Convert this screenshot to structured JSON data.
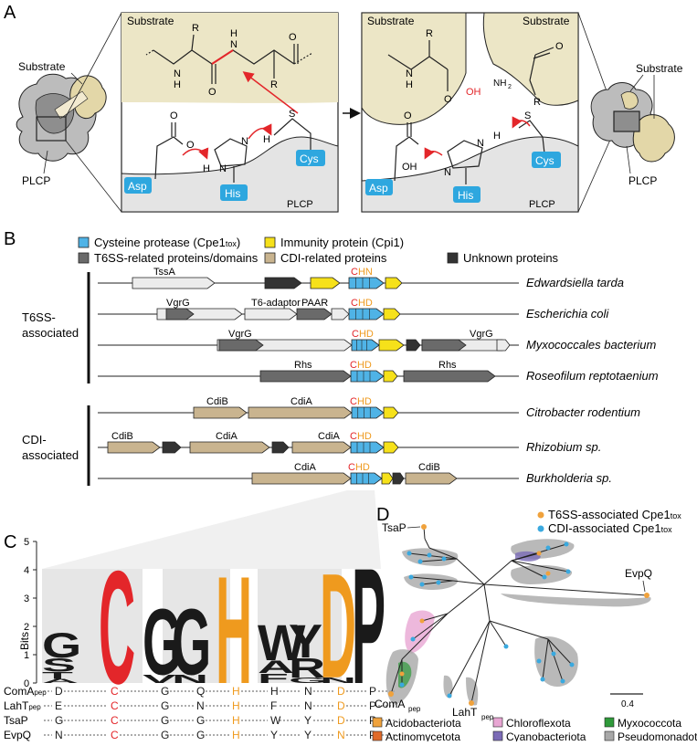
{
  "panels": {
    "a": "A",
    "b": "B",
    "c": "C",
    "d": "D"
  },
  "panel_a": {
    "substrate": "Substrate",
    "plcp": "PLCP",
    "residues": {
      "asp": "Asp",
      "his": "His",
      "cys": "Cys"
    },
    "atoms": {
      "R": "R",
      "O": "O",
      "H": "H",
      "N": "N",
      "S": "S",
      "OH": "OH",
      "NH2": "NH",
      "NH2_sub": "2"
    },
    "colors": {
      "beige": "#ece6c6",
      "cyan": "#2ea7df",
      "red": "#e3262a",
      "grey": "#e4e4e4"
    }
  },
  "panel_b": {
    "legend": [
      {
        "label": "Cysteine protease (Cpe1",
        "sub": "tox",
        "tail": ")",
        "color": "#4fb3e6"
      },
      {
        "label": "Immunity protein (Cpi1)",
        "sub": "",
        "tail": "",
        "color": "#f6e11a"
      },
      {
        "label": "T6SS-related proteins/domains",
        "sub": "",
        "tail": "",
        "color": "#6a6a6a"
      },
      {
        "label": "CDI-related proteins",
        "sub": "",
        "tail": "",
        "color": "#c9b48f"
      },
      {
        "label": "Unknown proteins",
        "sub": "",
        "tail": "",
        "color": "#333333"
      }
    ],
    "group_t6ss": [
      "T6SS-",
      "associated"
    ],
    "group_cdi": [
      "CDI-",
      "associated"
    ],
    "motif": {
      "c": "C",
      "h": "H",
      "d": "D",
      "n": "N"
    },
    "rows": [
      {
        "species": "Edwardsiella tarda",
        "labels": [
          {
            "t": "TssA"
          }
        ],
        "motif_second": "HN"
      },
      {
        "species": "Escherichia coli",
        "labels": [
          {
            "t": "VgrG"
          },
          {
            "t": "T6-adaptor"
          },
          {
            "t": "PAAR"
          }
        ],
        "motif_second": "HD"
      },
      {
        "species": "Myxococcales bacterium",
        "labels": [
          {
            "t": "VgrG"
          },
          {
            "t": "VgrG"
          }
        ],
        "motif_second": "HD"
      },
      {
        "species": "Roseofilum reptotaenium",
        "labels": [
          {
            "t": "Rhs"
          },
          {
            "t": "Rhs"
          }
        ],
        "motif_second": "HD"
      },
      {
        "species": "Citrobacter rodentium",
        "labels": [
          {
            "t": "CdiB"
          },
          {
            "t": "CdiA"
          }
        ],
        "motif_second": "HD"
      },
      {
        "species": "Rhizobium sp.",
        "labels": [
          {
            "t": "CdiB"
          },
          {
            "t": "CdiA"
          },
          {
            "t": "CdiA"
          }
        ],
        "motif_second": "HD"
      },
      {
        "species": "Burkholderia sp.",
        "labels": [
          {
            "t": "CdiA"
          },
          {
            "t": "CdiB"
          }
        ],
        "motif_second": "HD"
      }
    ]
  },
  "panel_c": {
    "ylabel": "Bits",
    "yticks": [
      "0",
      "1",
      "2",
      "3",
      "4",
      "5"
    ],
    "logo": [
      {
        "letters": [
          {
            "c": "G",
            "h": 0.9
          },
          {
            "c": "S",
            "h": 0.5
          },
          {
            "c": "T",
            "h": 0.25
          },
          {
            "c": "A",
            "h": 0.15
          }
        ]
      },
      {
        "letters": [
          {
            "c": "C",
            "h": 4.1
          }
        ]
      },
      {
        "letters": [
          {
            "c": "G",
            "h": 2.4
          },
          {
            "c": "V",
            "h": 0.3
          }
        ]
      },
      {
        "letters": [
          {
            "c": "G",
            "h": 2.4
          },
          {
            "c": "N",
            "h": 0.3
          }
        ]
      },
      {
        "letters": [
          {
            "c": "H",
            "h": 3.9
          }
        ]
      },
      {
        "letters": [
          {
            "c": "W",
            "h": 1.3
          },
          {
            "c": "A",
            "h": 0.45
          },
          {
            "c": "F",
            "h": 0.35
          }
        ]
      },
      {
        "letters": [
          {
            "c": "Y",
            "h": 1.2
          },
          {
            "c": "R",
            "h": 0.7
          },
          {
            "c": "G",
            "h": 0.2
          }
        ]
      },
      {
        "letters": [
          {
            "c": "D",
            "h": 3.8
          },
          {
            "c": "N",
            "h": 0.2
          }
        ]
      },
      {
        "letters": [
          {
            "c": "P",
            "h": 4.2
          }
        ]
      }
    ],
    "alignment": [
      {
        "name": "ComA",
        "sub": "pep",
        "res": [
          "D",
          "C",
          "G",
          "Q",
          "H",
          "H",
          "N",
          "D",
          "P"
        ]
      },
      {
        "name": "LahT",
        "sub": "pep",
        "res": [
          "E",
          "C",
          "G",
          "N",
          "H",
          "F",
          "N",
          "D",
          "P"
        ]
      },
      {
        "name": "TsaP",
        "sub": "",
        "res": [
          "G",
          "C",
          "G",
          "G",
          "H",
          "W",
          "Y",
          "D",
          "P"
        ]
      },
      {
        "name": "EvpQ",
        "sub": "",
        "res": [
          "N",
          "C",
          "G",
          "G",
          "H",
          "Y",
          "Y",
          "N",
          "P"
        ]
      }
    ]
  },
  "panel_d": {
    "legend": [
      {
        "label": "T6SS-associated Cpe1",
        "sub": "tox",
        "color": "#f0a23c"
      },
      {
        "label": "CDI-associated Cpe1",
        "sub": "tox",
        "color": "#3aa9df"
      }
    ],
    "labels": {
      "tsap": "TsaP",
      "evpq": "EvpQ",
      "coma": "ComA",
      "coma_sub": "pep",
      "laht": "LahT",
      "laht_sub": "pep"
    },
    "scale": "0.4",
    "phyla": [
      {
        "name": "Acidobacteriota",
        "color": "#f0a23c"
      },
      {
        "name": "Chloroflexota",
        "color": "#e8a6d3"
      },
      {
        "name": "Myxococcota",
        "color": "#2f9a3a"
      },
      {
        "name": "Actinomycetota",
        "color": "#e06a2a"
      },
      {
        "name": "Cyanobacteriota",
        "color": "#7b6bb6"
      },
      {
        "name": "Pseudomonadota",
        "color": "#a8a8a8"
      }
    ]
  }
}
